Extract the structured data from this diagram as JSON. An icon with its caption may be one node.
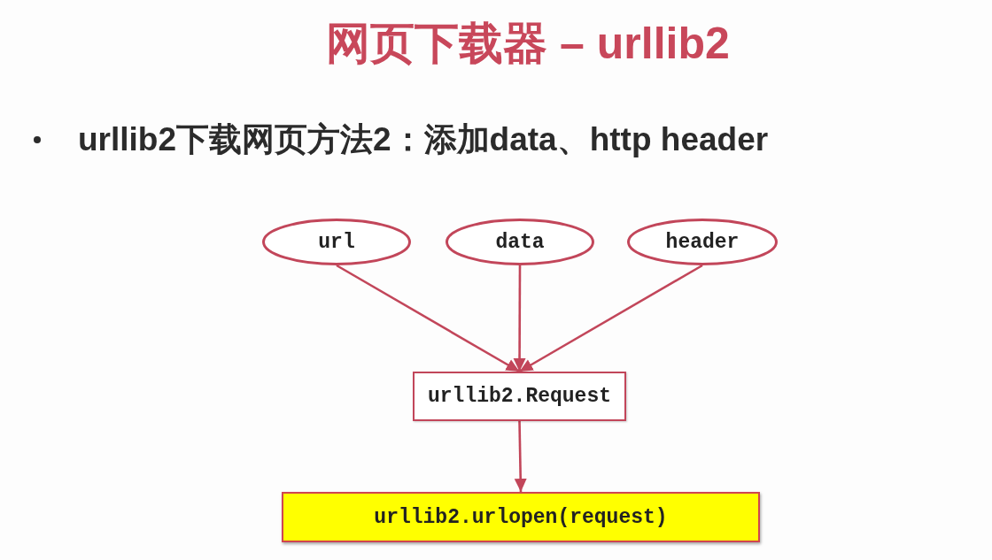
{
  "diagram": {
    "title": "网页下载器 – urllib2",
    "nodes": [
      {
        "text": [
          "url"
        ]
      },
      {
        "text": [
          "data"
        ]
      },
      {
        "text": [
          "header"
        ]
      },
      {
        "text": [
          "urllib2.Request"
        ]
      },
      {
        "text": [
          "urllib2.urlopen(request)"
        ]
      }
    ],
    "edges": [
      {
        "from": 0,
        "to": 3,
        "arrow": "to"
      },
      {
        "from": 1,
        "to": 3,
        "arrow": "to"
      },
      {
        "from": 2,
        "to": 3,
        "arrow": "to"
      },
      {
        "from": 3,
        "to": 4,
        "arrow": "to"
      }
    ],
    "labels": [
      "urllib2下载网页方法2：添加data、http header"
    ]
  }
}
